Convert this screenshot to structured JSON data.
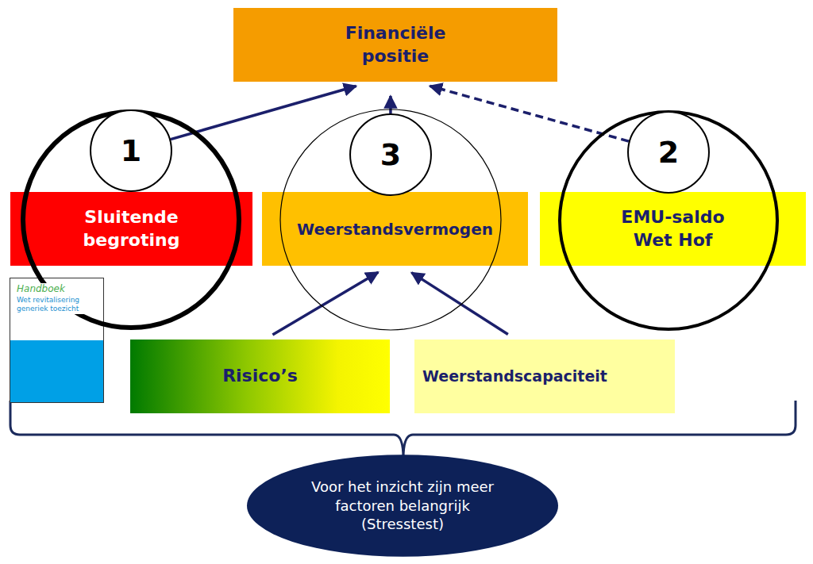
{
  "diagram": {
    "nodes": [
      {
        "text": [
          "Financiële positie"
        ]
      },
      {
        "text": [
          "1"
        ]
      },
      {
        "text": [
          "3"
        ]
      },
      {
        "text": [
          "2"
        ]
      },
      {
        "text": [
          "Sluitende begroting"
        ]
      },
      {
        "text": [
          "Weerstandsvermogen"
        ]
      },
      {
        "text": [
          "EMU-saldo Wet Hof"
        ]
      },
      {
        "text": [
          "Handboek",
          "Wet revitalisering generiek toezicht"
        ]
      },
      {
        "text": [
          "Risico’s"
        ]
      },
      {
        "text": [
          "Weerstandscapaciteit"
        ]
      },
      {
        "text": [
          "Voor het inzicht zijn meer factoren belangrijk (Stresstest)"
        ]
      }
    ],
    "edges": [
      {
        "from": 1,
        "to": 0,
        "arrow": "to"
      },
      {
        "from": 2,
        "to": 0,
        "arrow": "to"
      },
      {
        "from": 3,
        "to": 0,
        "arrow": "to"
      },
      {
        "from": 8,
        "to": 5,
        "arrow": "to"
      },
      {
        "from": 9,
        "to": 5,
        "arrow": "to"
      }
    ]
  }
}
